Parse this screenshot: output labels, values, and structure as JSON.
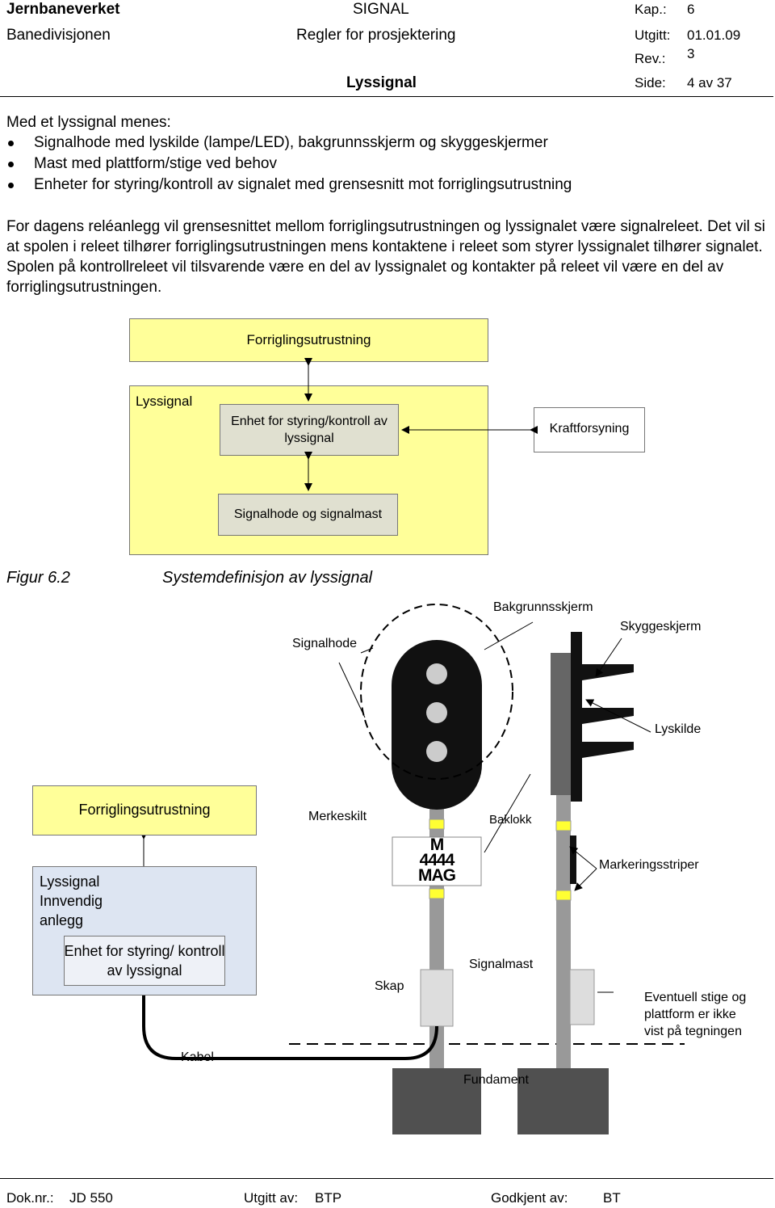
{
  "header": {
    "org": "Jernbaneverket",
    "division": "Banedivisjonen",
    "doc_type": "SIGNAL",
    "doc_subtitle": "Regler for prosjektering",
    "section_title": "Lyssignal",
    "kap_label": "Kap.:",
    "kap_value": "6",
    "utgitt_label": "Utgitt:",
    "utgitt_value": "01.01.09",
    "rev_label": "Rev.:",
    "rev_value": "3",
    "side_label": "Side:",
    "side_value": "4 av 37"
  },
  "intro": "Med et lyssignal menes:",
  "bullets": [
    "Signalhode med lyskilde (lampe/LED), bakgrunnsskjerm og skyggeskjermer",
    "Mast med plattform/stige ved behov",
    "Enheter for styring/kontroll av signalet med grensesnitt mot forriglingsutrustning"
  ],
  "paragraph": "For dagens reléanlegg vil grensesnittet mellom forriglingsutrustningen og lyssignalet være signalreleet. Det vil si at spolen i releet tilhører forriglingsutrustningen mens kontaktene i releet som styrer lyssignalet tilhører signalet. Spolen på kontrollreleet vil tilsvarende være en del av lyssignalet og kontakter på releet vil være en del av forriglingsutrustningen.",
  "diagram1": {
    "top_box": "Forriglingsutrustning",
    "container": "Lyssignal",
    "control_box": "Enhet for styring/kontroll av lyssignal",
    "power_box": "Kraftforsyning",
    "head_box": "Signalhode og signalmast"
  },
  "figure_caption": {
    "number": "Figur 6.2",
    "title": "Systemdefinisjon av lyssignal"
  },
  "diagram2": {
    "bakgrunnsskjerm": "Bakgrunnsskjerm",
    "skyggeskjerm": "Skyggeskjerm",
    "signalhode": "Signalhode",
    "lyskilde": "Lyskilde",
    "forrigling": "Forriglingsutrustning",
    "merkeskilt": "Merkeskilt",
    "baklokk": "Baklokk",
    "sign_line1": "M",
    "sign_line2": "4444",
    "sign_line3": "MAG",
    "markeringsstriper": "Markeringsstriper",
    "lyssignal_innvendig": "Lyssignal Innvendig anlegg",
    "enhet": "Enhet for styring/ kontroll av lyssignal",
    "signalmast": "Signalmast",
    "skap": "Skap",
    "stige": "Eventuell stige og plattform er ikke vist på tegningen",
    "kabel": "Kabel",
    "fundament": "Fundament"
  },
  "footer": {
    "doknr_label": "Dok.nr.:",
    "doknr_value": "JD 550",
    "utgitt_av_label": "Utgitt av:",
    "utgitt_av_value": "BTP",
    "godkjent_label": "Godkjent av:",
    "godkjent_value": "BT"
  }
}
